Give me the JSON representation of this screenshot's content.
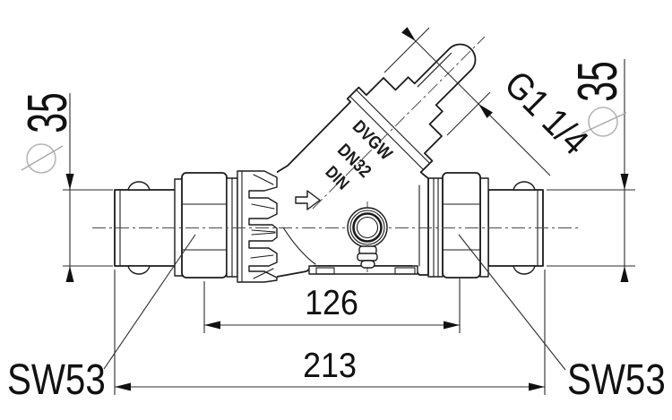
{
  "drawing": {
    "dimensions": {
      "left_diameter": "35",
      "right_diameter": "35",
      "diameter_symbol": "∅",
      "thread_size": "G1 1/4",
      "union_nut_distance": "126",
      "overall_length": "213",
      "wrench_left": "SW53",
      "wrench_right": "SW53"
    },
    "body_markings": {
      "line1": "DVGW",
      "line2": "DN32",
      "line3": "DIN"
    },
    "icons": {
      "flow_arrow": "flow-direction-right-arrow",
      "diameter_symbol": "circle-with-slash"
    },
    "colors": {
      "outline": "#1b1b1b",
      "dimension_line": "#2b2b2b",
      "centerline": "#4a4a4a",
      "diameter_symbol": "#b5b5b5",
      "background": "#ffffff"
    }
  }
}
